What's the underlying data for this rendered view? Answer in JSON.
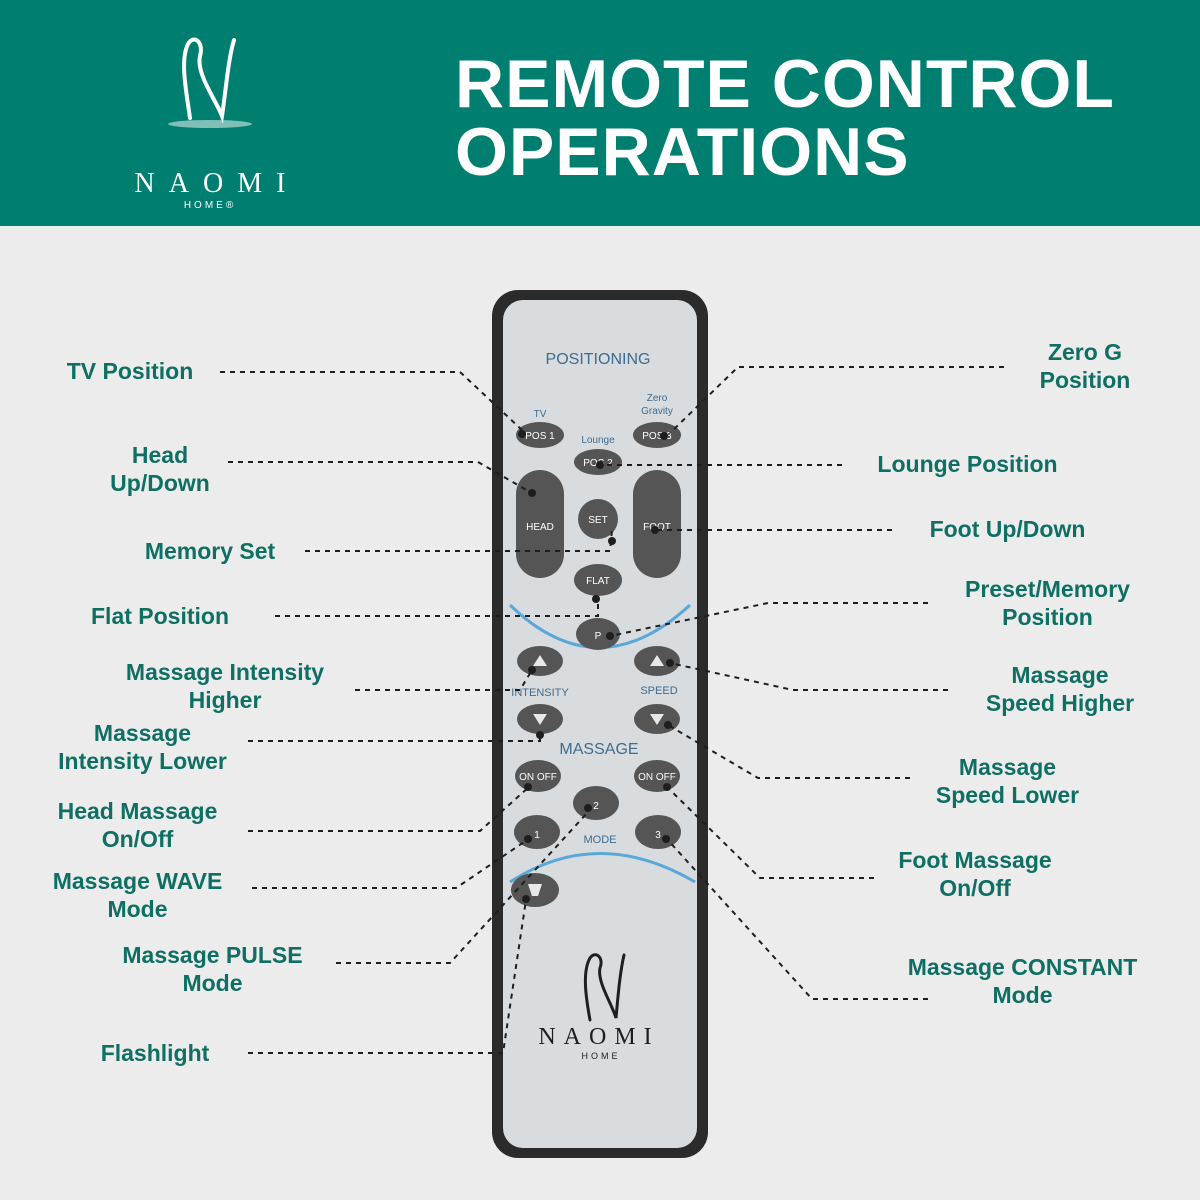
{
  "header": {
    "title_line1": "REMOTE CONTROL",
    "title_line2": "OPERATIONS",
    "brand_name": "NAOMI",
    "brand_sub": "HOME®"
  },
  "remote": {
    "section_positioning": "POSITIONING",
    "tv": "TV",
    "zero_gravity_1": "Zero",
    "zero_gravity_2": "Gravity",
    "lounge": "Lounge",
    "pos1": "POS 1",
    "pos2": "POS 2",
    "pos3": "POS 3",
    "head": "HEAD",
    "foot": "FOOT",
    "set": "SET",
    "flat": "FLAT",
    "preset": "P",
    "intensity": "INTENSITY",
    "speed": "SPEED",
    "massage": "MASSAGE",
    "on_off": "ON OFF",
    "mode1": "1",
    "mode2": "2",
    "mode3": "3",
    "mode": "MODE",
    "logo_name": "NAOMI",
    "logo_sub": "HOME"
  },
  "labels": {
    "tv_position": "TV Position",
    "head_updown_1": "Head",
    "head_updown_2": "Up/Down",
    "memory_set": "Memory Set",
    "flat_position": "Flat Position",
    "intensity_higher_1": "Massage Intensity",
    "intensity_higher_2": "Higher",
    "intensity_lower_1": "Massage",
    "intensity_lower_2": "Intensity Lower",
    "head_massage_1": "Head Massage",
    "head_massage_2": "On/Off",
    "wave_1": "Massage WAVE",
    "wave_2": "Mode",
    "pulse_1": "Massage PULSE",
    "pulse_2": "Mode",
    "flashlight": "Flashlight",
    "zero_g_1": "Zero G",
    "zero_g_2": "Position",
    "lounge_position": "Lounge Position",
    "foot_updown": "Foot Up/Down",
    "preset_1": "Preset/Memory",
    "preset_2": "Position",
    "speed_higher_1": "Massage",
    "speed_higher_2": "Speed Higher",
    "speed_lower_1": "Massage",
    "speed_lower_2": "Speed Lower",
    "foot_massage_1": "Foot Massage",
    "foot_massage_2": "On/Off",
    "constant_1": "Massage CONSTANT",
    "constant_2": "Mode"
  },
  "colors": {
    "header_bg": "#007f70",
    "label_text": "#0e6f62",
    "remote_body": "#d9dcdf",
    "remote_border": "#2a2a2a",
    "button": "#5a5a5a",
    "accent_arc": "#5aa8d8"
  }
}
